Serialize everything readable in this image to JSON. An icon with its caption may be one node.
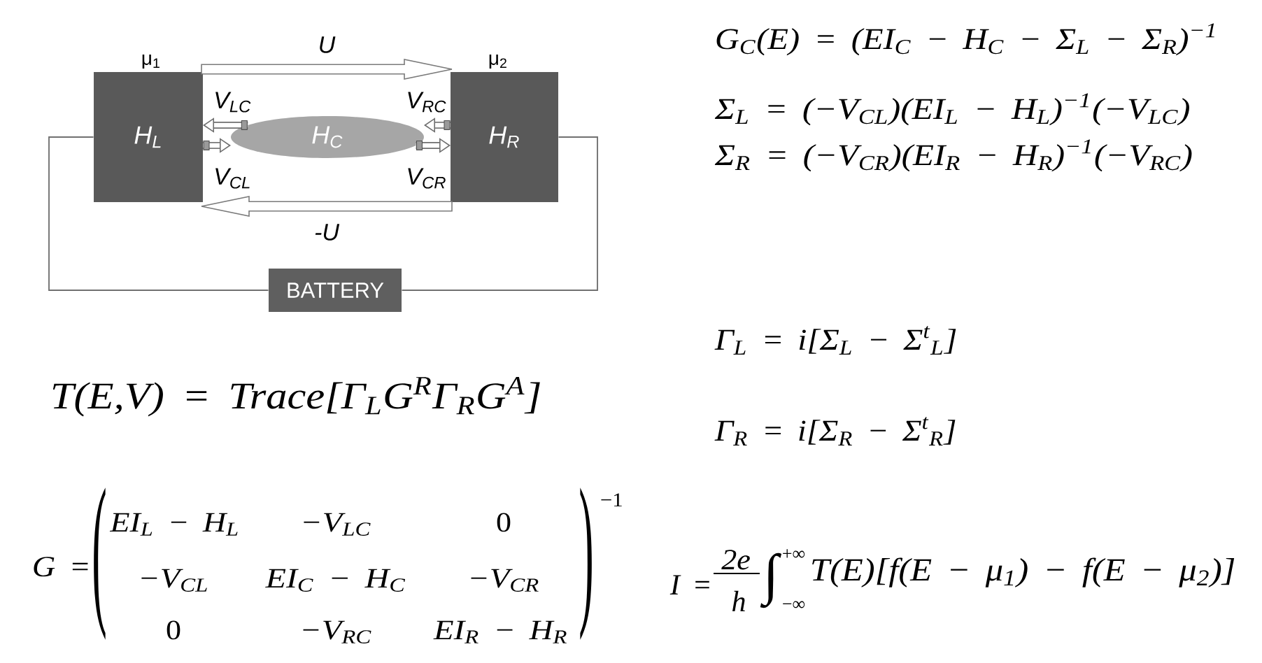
{
  "diagram": {
    "nodes": [
      {
        "text": [
          "H$_{L}$"
        ],
        "beside": [
          "μ$_{1}$"
        ]
      },
      {
        "text": [
          "H$_{C}$"
        ]
      },
      {
        "text": [
          "H$_{R}$"
        ],
        "beside": [
          "μ$_{2}$"
        ]
      },
      {
        "text": [
          "BATTERY"
        ]
      }
    ],
    "edges": [
      {
        "from": 0,
        "to": 2,
        "arrow": "to",
        "label": "U"
      },
      {
        "from": 1,
        "to": 0,
        "arrow": "to",
        "label": "V$_{LC}$"
      },
      {
        "from": 0,
        "to": 1,
        "arrow": "to",
        "label": "V$_{CL}$"
      },
      {
        "from": 2,
        "to": 1,
        "arrow": "to",
        "label": "V$_{RC}$"
      },
      {
        "from": 1,
        "to": 2,
        "arrow": "to",
        "label": "V$_{CR}$"
      },
      {
        "from": 2,
        "to": 0,
        "arrow": "to",
        "label": "-U"
      },
      {
        "from": 0,
        "to": 3,
        "arrow": "none"
      },
      {
        "from": 3,
        "to": 2,
        "arrow": "none"
      }
    ],
    "labels": [
      "G$_{C}$(E) = (EI$_{C}$ − H$_{C}$ − Σ$_{L}$ − Σ$_{R}$)$^{−1}$",
      "Σ$_{L}$ = (−V$_{CL}$)(EI$_{L}$ − H$_{L}$)$^{−1}$(−V$_{LC}$)",
      "Σ$_{R}$ = (−V$_{CR}$)(EI$_{R}$ − H$_{R}$)$^{−1}$(−V$_{RC}$)",
      "Γ$_{L}$ = i[Σ$_{L}$ − Σ$^{t}$$_{L}$]",
      "T(E,V) = Trace[Γ$_{L}$G$^{R}$Γ$_{R}$G$^{A}$]",
      "Γ$_{R}$ = i[Σ$_{R}$ − Σ$^{t}$$_{R}$]",
      "G =",
      "(",
      "EI$_{L}$ − H$_{L}$",
      "−V$_{LC}$",
      "0",
      ")",
      "−1",
      "−V$_{CL}$",
      "EI$_{C}$ − H$_{C}$",
      "−V$_{CR}$",
      "0",
      "−V$_{RC}$",
      "EI$_{R}$ − H$_{R}$",
      "I =",
      "2e",
      "h",
      "∫",
      "+∞",
      "−∞",
      "T(E)[f(E − μ$_{1}$) − f(E − μ$_{2}$)]"
    ]
  }
}
